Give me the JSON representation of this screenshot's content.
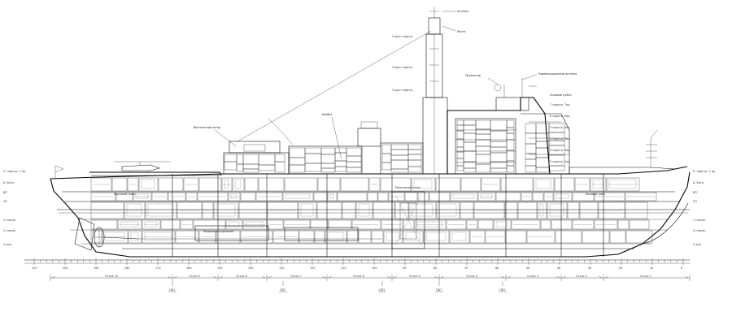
{
  "drawing": {
    "left_levels": [
      "П. надстр. 1 яр.",
      "А. Бота",
      "ВП",
      "2П",
      "1 платф.",
      "2 платф.",
      "2 дно"
    ],
    "right_levels": [
      "П. надстр. 1 яр.",
      "А. Бота",
      "ВП",
      "2П",
      "1 платф.",
      "2 платф.",
      "2 дно"
    ],
    "mast_levels": [
      "5 ярус надстр.",
      "4 ярус надстр.",
      "3 ярус надстр."
    ],
    "tier_levels": [
      "Ходовой рубка",
      "7 надстр. 7яр.",
      "6 надстр. 6яр.",
      "5 надстр. 5яр.",
      "4 надстр. 4яр.",
      "3 надстр. 3яр.",
      "2 надстр. 2яр."
    ],
    "frame_numbers": [
      "210",
      "200",
      "190",
      "180",
      "170",
      "160",
      "150",
      "140",
      "130",
      "120",
      "110",
      "100",
      "90",
      "80",
      "70",
      "60",
      "50",
      "40",
      "30",
      "20",
      "10",
      "0"
    ],
    "compartments": [
      "Отсек 10",
      "Отсек 9",
      "Отсек 8",
      "Отсек 7",
      "Отсек 6",
      "Отсек 5",
      "Отсек 4",
      "Отсек 3",
      "Отсек 2",
      "Отсек 1"
    ],
    "bulkhead_marks": [
      "ГВП",
      "ГВП",
      "ГВП",
      "ГВП",
      "ГВП"
    ],
    "callouts": [
      "Антенна",
      "Мачта",
      "Прожектор",
      "Радиолокационная антенна",
      "Вертолетный ангар",
      "Камбуз",
      "Машинное отделение",
      "Реакторный отсек",
      "Носовой трюм",
      "Кормовой трюм"
    ]
  }
}
